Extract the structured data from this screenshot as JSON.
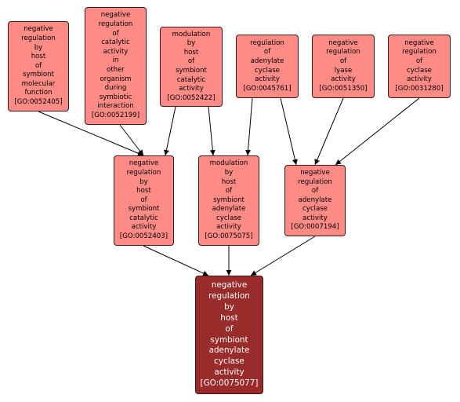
{
  "nodes": [
    {
      "id": "n52405",
      "label_lines": [
        "negative",
        "regulation",
        "by",
        "host",
        "of",
        "symbiont",
        "molecular",
        "function",
        "[GO:0052405]"
      ]
    },
    {
      "id": "n52199",
      "label_lines": [
        "negative",
        "regulation",
        "of",
        "catalytic",
        "activity",
        "in",
        "other",
        "organism",
        "during",
        "symbiotic",
        "interaction",
        "[GO:0052199]"
      ]
    },
    {
      "id": "n52422",
      "label_lines": [
        "modulation",
        "by",
        "host",
        "of",
        "symbiont",
        "catalytic",
        "activity",
        "[GO:0052422]"
      ]
    },
    {
      "id": "n45761",
      "label_lines": [
        "regulation",
        "of",
        "adenylate",
        "cyclase",
        "activity",
        "[GO:0045761]"
      ]
    },
    {
      "id": "n51350",
      "label_lines": [
        "negative",
        "regulation",
        "of",
        "lyase",
        "activity",
        "[GO:0051350]"
      ]
    },
    {
      "id": "n31280",
      "label_lines": [
        "negative",
        "regulation",
        "of",
        "cyclase",
        "activity",
        "[GO:0031280]"
      ]
    },
    {
      "id": "n52403",
      "label_lines": [
        "negative",
        "regulation",
        "by",
        "host",
        "of",
        "symbiont",
        "catalytic",
        "activity",
        "[GO:0052403]"
      ]
    },
    {
      "id": "n75075",
      "label_lines": [
        "modulation",
        "by",
        "host",
        "of",
        "symbiont",
        "adenylate",
        "cyclase",
        "activity",
        "[GO:0075075]"
      ]
    },
    {
      "id": "n7194",
      "label_lines": [
        "negative",
        "regulation",
        "of",
        "adenylate",
        "cyclase",
        "activity",
        "[GO:0007194]"
      ]
    },
    {
      "id": "n75077",
      "label_lines": [
        "negative",
        "regulation",
        "by",
        "host",
        "of",
        "symbiont",
        "adenylate",
        "cyclase",
        "activity",
        "[GO:0075077]"
      ]
    }
  ],
  "edges": [
    {
      "from": "n52405",
      "to": "n52403"
    },
    {
      "from": "n52199",
      "to": "n52403"
    },
    {
      "from": "n52422",
      "to": "n52403"
    },
    {
      "from": "n52422",
      "to": "n75075"
    },
    {
      "from": "n45761",
      "to": "n75075"
    },
    {
      "from": "n45761",
      "to": "n7194"
    },
    {
      "from": "n51350",
      "to": "n7194"
    },
    {
      "from": "n31280",
      "to": "n7194"
    },
    {
      "from": "n52403",
      "to": "n75077"
    },
    {
      "from": "n75075",
      "to": "n75077"
    },
    {
      "from": "n7194",
      "to": "n75077"
    }
  ],
  "colors": {
    "node_fill": "#ff8b87",
    "focus_fill": "#9a2b2b",
    "edge": "#000000"
  },
  "focus_node": "n75077"
}
